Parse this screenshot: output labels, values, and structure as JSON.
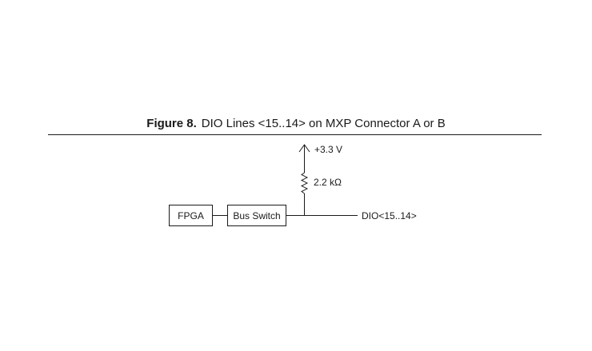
{
  "figure": {
    "label": "Figure 8.",
    "title": "DIO Lines <15..14> on MXP Connector A or B"
  },
  "schematic": {
    "blocks": {
      "fpga": "FPGA",
      "bus_switch": "Bus Switch"
    },
    "supply_label": "+3.3 V",
    "resistor_label": "2.2 kΩ",
    "output_label": "DIO<15..14>"
  }
}
